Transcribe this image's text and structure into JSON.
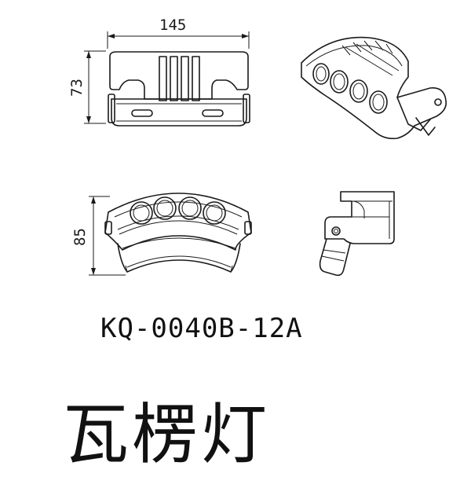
{
  "dimensions": {
    "width_label": "145",
    "height_label": "73",
    "depth_label": "85"
  },
  "model_number": "KQ-0040B-12A",
  "product_name": "瓦楞灯"
}
